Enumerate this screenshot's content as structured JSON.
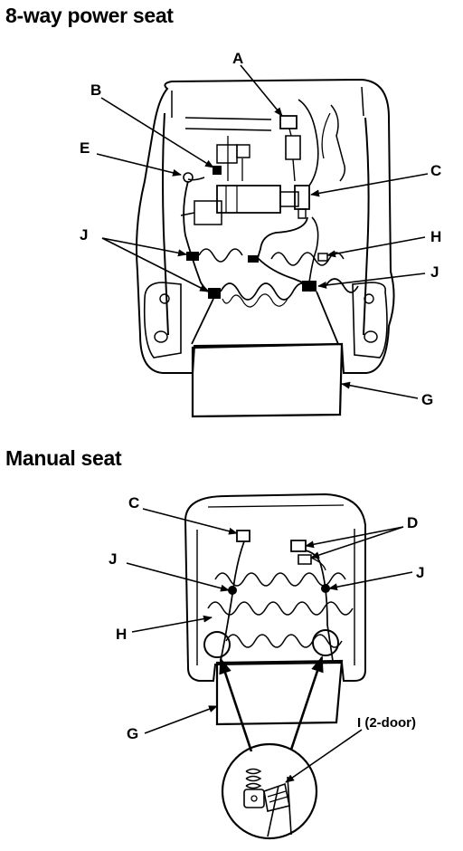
{
  "sections": {
    "power": {
      "title": "8-way power seat"
    },
    "manual": {
      "title": "Manual seat"
    }
  },
  "labels": {
    "power": {
      "A": "A",
      "B": "B",
      "E": "E",
      "C": "C",
      "J_left": "J",
      "H": "H",
      "J_right": "J",
      "G": "G"
    },
    "manual": {
      "C": "C",
      "D": "D",
      "J_left": "J",
      "J_right": "J",
      "H": "H",
      "G": "G",
      "I": "I (2-door)"
    }
  }
}
